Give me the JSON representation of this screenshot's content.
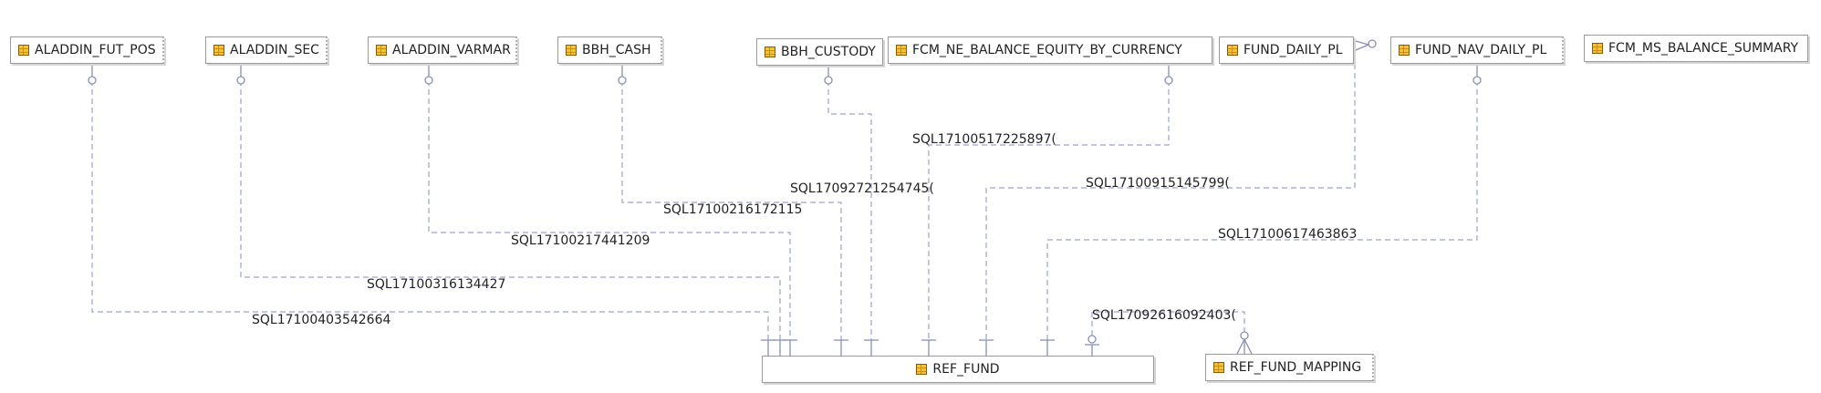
{
  "entities": {
    "aladdin_fut_pos": "ALADDIN_FUT_POS",
    "aladdin_sec": "ALADDIN_SEC",
    "aladdin_varmar": "ALADDIN_VARMAR",
    "bbh_cash": "BBH_CASH",
    "bbh_custody": "BBH_CUSTODY",
    "fcm_ne_balance": "FCM_NE_BALANCE_EQUITY_BY_CURRENCY",
    "fund_daily_pl": "FUND_DAILY_PL",
    "fund_nav_daily_pl": "FUND_NAV_DAILY_PL",
    "fcm_ms_balance_summary": "FCM_MS_BALANCE_SUMMARY",
    "ref_fund": "REF_FUND",
    "ref_fund_mapping": "REF_FUND_MAPPING"
  },
  "relationships": {
    "r1": "SQL17100517225897(",
    "r2": "SQL17092721254745(",
    "r3": "SQL17100915145799(",
    "r4": "SQL17100216172115",
    "r5": "SQL17100217441209",
    "r6": "SQL17100617463863",
    "r7": "SQL17100316134427",
    "r8": "SQL17100403542664",
    "r9": "SQL17092616092403("
  },
  "icons": {
    "table": "table-icon"
  },
  "colors": {
    "relationship_line": "#9aa3cc",
    "table_icon": "#f4c23a",
    "border": "#9a9a9a"
  }
}
